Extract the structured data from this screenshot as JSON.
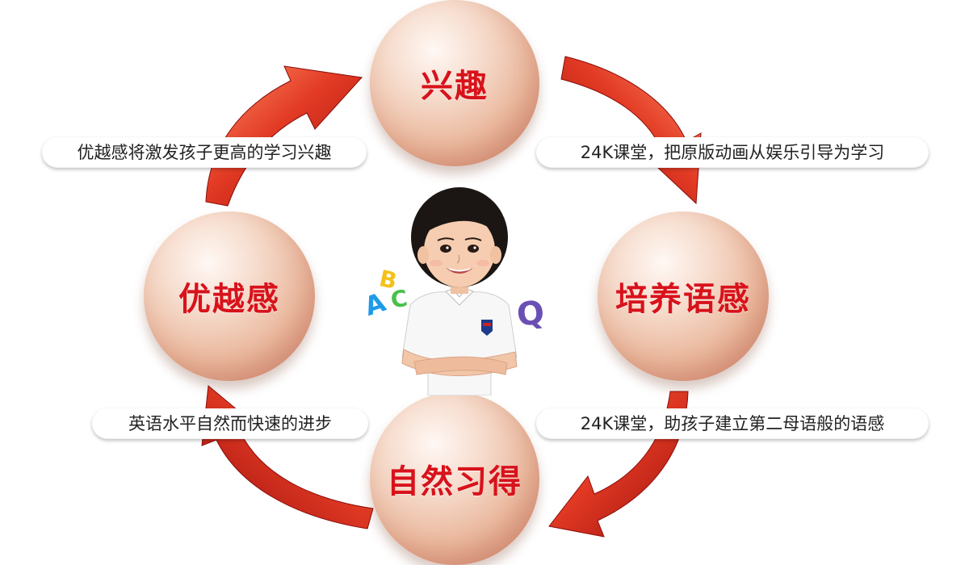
{
  "nodes": {
    "top": "兴趣",
    "right": "培养语感",
    "bottom": "自然习得",
    "left": "优越感"
  },
  "captions": {
    "top_left": "优越感将激发孩子更高的学习兴趣",
    "top_right": "24K课堂，把原版动画从娱乐引导为学习",
    "bottom_right": "24K课堂，助孩子建立第二母语般的语感",
    "bottom_left": "英语水平自然而快速的进步"
  },
  "letters": {
    "a": "A",
    "b": "B",
    "c": "C",
    "q": "Q"
  },
  "colors": {
    "node_text": "#d8121b",
    "arrow_light": "#ff8a5c",
    "arrow_dark": "#b4120f"
  }
}
